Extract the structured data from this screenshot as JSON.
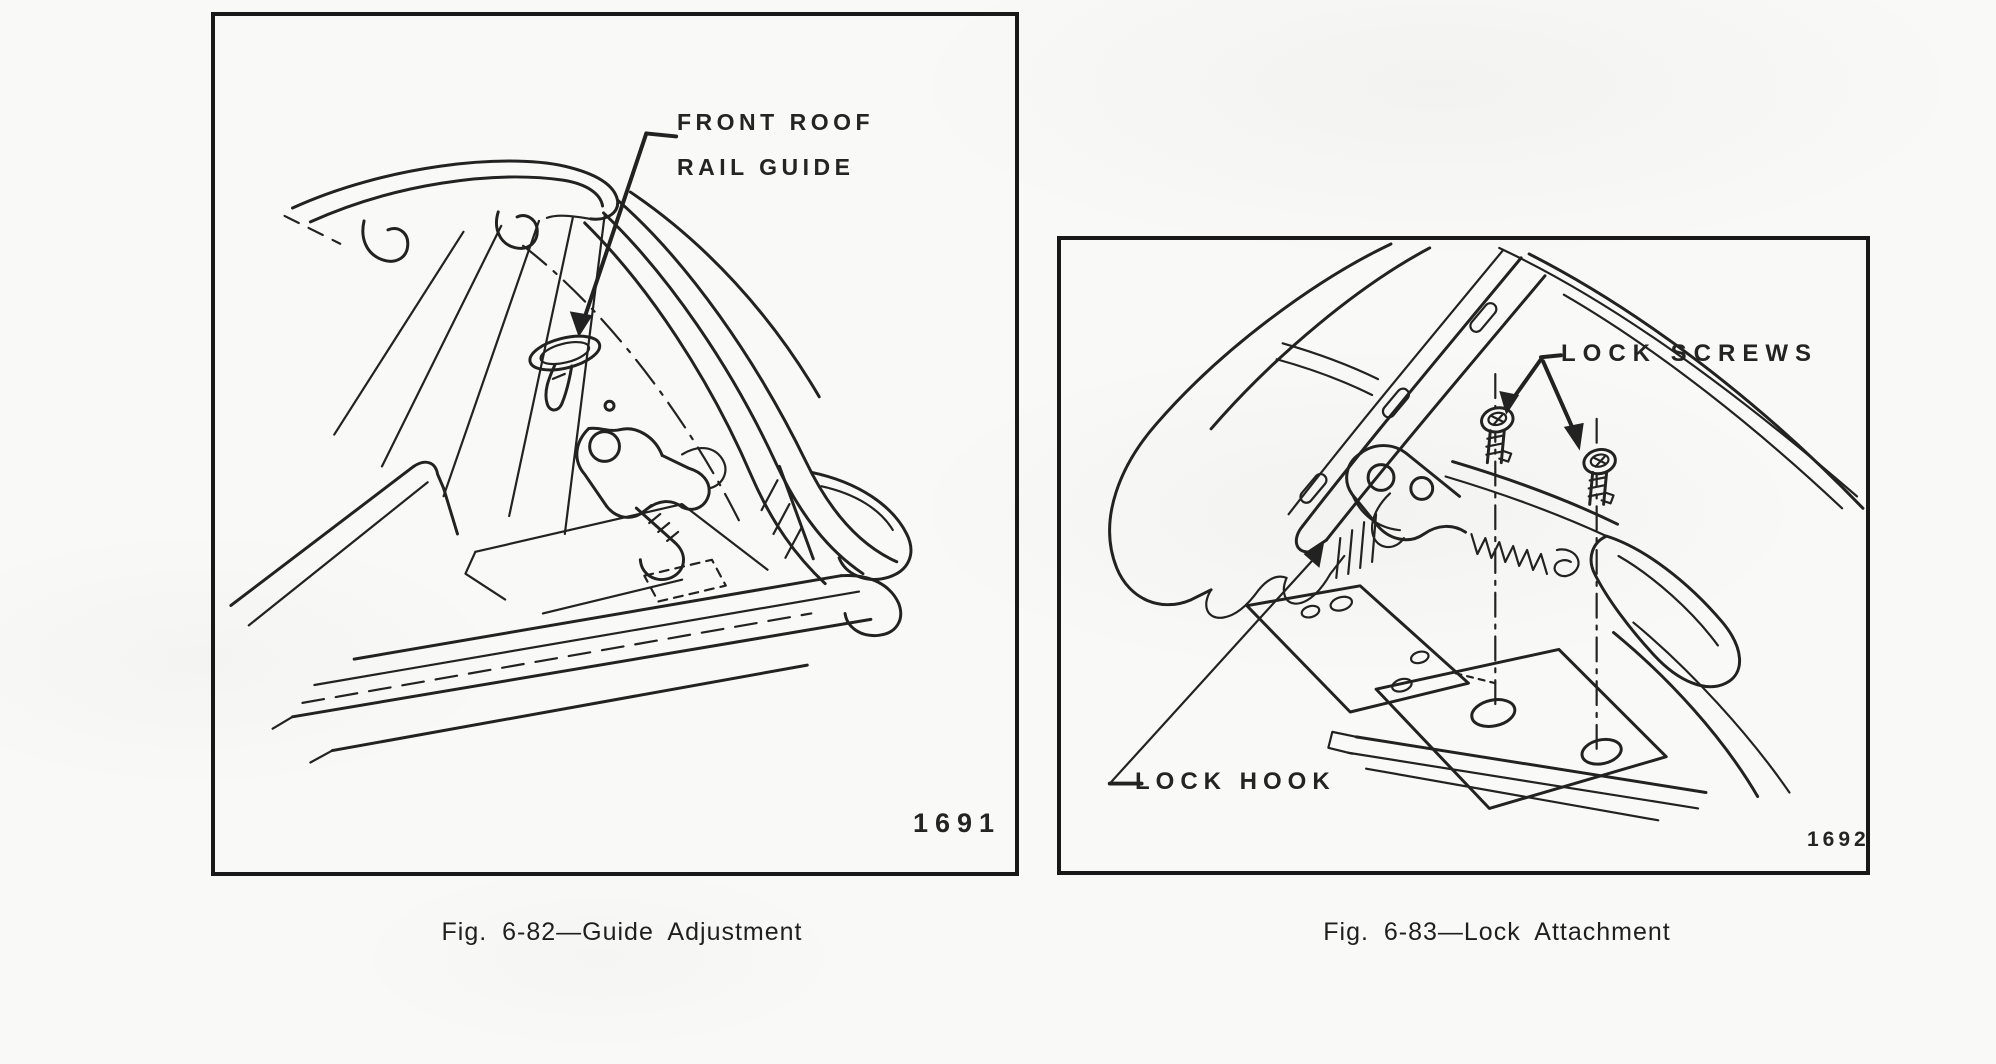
{
  "fig1": {
    "callout_line1": "FRONT ROOF",
    "callout_line2": "RAIL GUIDE",
    "plate_number": "1691",
    "caption": "Fig. 6-82—Guide Adjustment"
  },
  "fig2": {
    "callout_screws": "LOCK SCREWS",
    "callout_hook": "LOCK HOOK",
    "plate_number": "1692",
    "caption": "Fig. 6-83—Lock Attachment"
  },
  "colors": {
    "paper": "#f9f9f7",
    "ink": "#222222",
    "frame_border": "#191919"
  }
}
